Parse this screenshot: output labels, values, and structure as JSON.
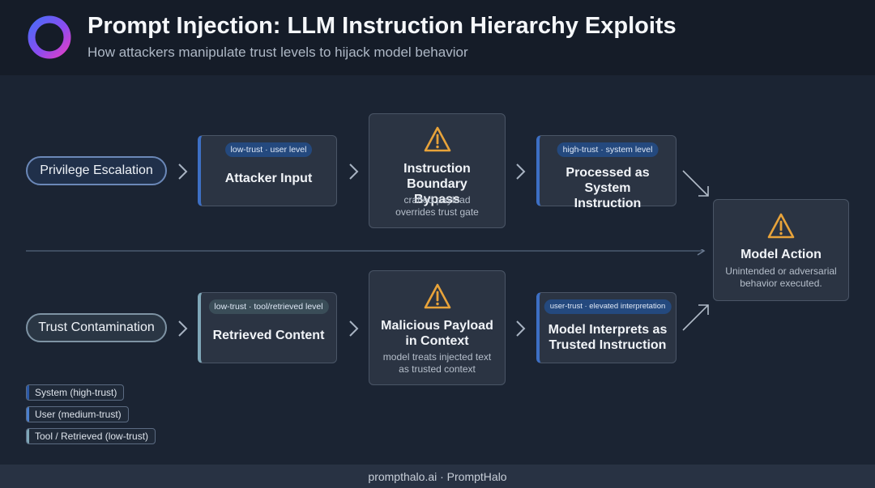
{
  "header": {
    "title": "Prompt Injection: LLM Instruction Hierarchy Exploits",
    "subtitle": "How attackers manipulate trust levels to hijack model behavior",
    "logo_icon": "circle-ring-logo-icon"
  },
  "lanes": {
    "top": {
      "label": "Privilege Escalation",
      "box1": {
        "tag": "low-trust · user level",
        "title": "Attacker Input"
      },
      "box2": {
        "title": "Instruction Boundary Bypass",
        "desc": "crafted payload overrides trust gate"
      },
      "box3": {
        "tag": "high-trust · system level",
        "title": "Processed as System Instruction"
      }
    },
    "bottom": {
      "label": "Trust Contamination",
      "box1": {
        "tag": "low-trust · tool/retrieved level",
        "title": "Retrieved Content"
      },
      "box2": {
        "title": "Malicious Payload in Context",
        "desc": "model treats injected text as trusted context"
      },
      "box3": {
        "tag": "user-trust · elevated interpretation",
        "title": "Model Interprets as Trusted Instruction"
      }
    }
  },
  "outcome": {
    "title": "Model Action",
    "desc": "Unintended or adversarial behavior executed."
  },
  "legend": [
    "System (high-trust)",
    "User (medium-trust)",
    "Tool / Retrieved (low-trust)"
  ],
  "footer": "prompthalo.ai · PromptHalo",
  "colors": {
    "background": "#1b2433",
    "warning": "#e8a33a",
    "high_trust": "#2c5aa8",
    "medium_trust": "#4a7fcf",
    "low_trust": "#7fa7b8"
  }
}
